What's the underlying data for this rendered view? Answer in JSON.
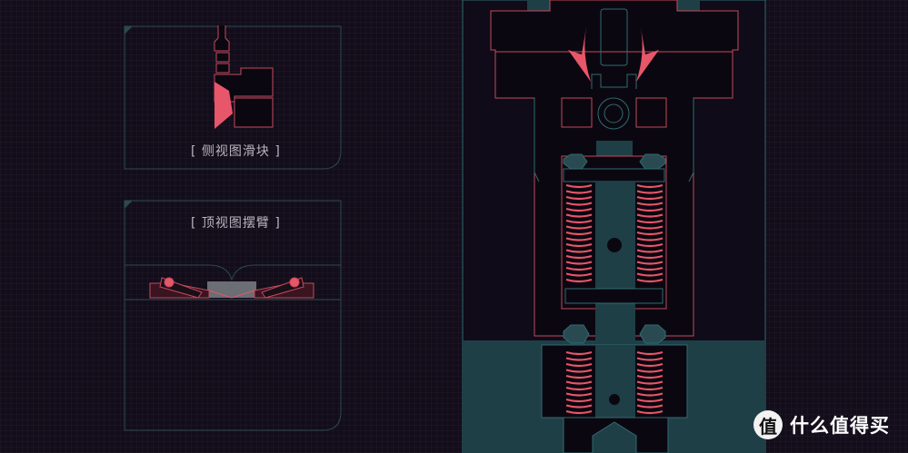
{
  "panels": {
    "side_view_label": "[ 侧视图滑块 ]",
    "top_view_label": "[ 顶视图摆臂 ]"
  },
  "watermark": {
    "logo_char": "值",
    "text": "什么值得买"
  },
  "colors": {
    "background": "#130d1b",
    "outline_teal": "#2f6b70",
    "accent_red": "#e8566a",
    "fill_teal": "#1f3f46"
  }
}
